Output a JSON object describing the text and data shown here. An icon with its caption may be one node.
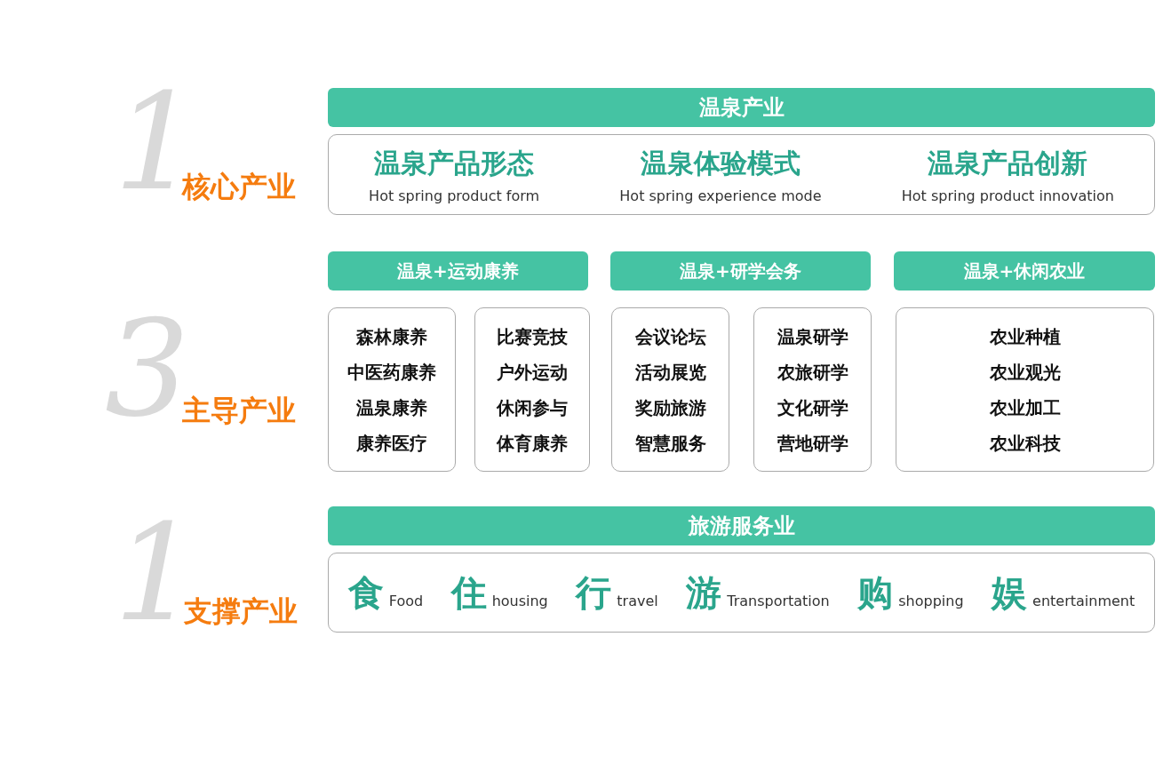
{
  "diagram": {
    "nodes": [
      {
        "text": [
          "温泉产业"
        ]
      },
      {
        "text": [
          "温泉产品形态",
          "Hot spring product form",
          "温泉体验模式",
          "Hot spring experience mode",
          "温泉产品创新",
          "Hot spring product innovation"
        ]
      },
      {
        "text": [
          "温泉+运动康养"
        ]
      },
      {
        "text": [
          "温泉+研学会务"
        ]
      },
      {
        "text": [
          "温泉+休闲农业"
        ]
      },
      {
        "text": [
          "森林康养",
          "中医药康养",
          "温泉康养",
          "康养医疗"
        ]
      },
      {
        "text": [
          "比赛竞技",
          "户外运动",
          "休闲参与",
          "体育康养"
        ]
      },
      {
        "text": [
          "会议论坛",
          "活动展览",
          "奖励旅游",
          "智慧服务"
        ]
      },
      {
        "text": [
          "温泉研学",
          "农旅研学",
          "文化研学",
          "营地研学"
        ]
      },
      {
        "text": [
          "农业种植",
          "农业观光",
          "农业加工",
          "农业科技"
        ]
      },
      {
        "text": [
          "旅游服务业"
        ]
      },
      {
        "text": [
          "食",
          "Food",
          "住",
          "housing",
          "行",
          "travel",
          "游",
          "Transportation",
          "购",
          "shopping",
          "娱",
          "entertainment"
        ]
      }
    ],
    "labels": [
      "1",
      "核心产业",
      "3",
      "主导产业",
      "1",
      "支撑产业"
    ]
  }
}
